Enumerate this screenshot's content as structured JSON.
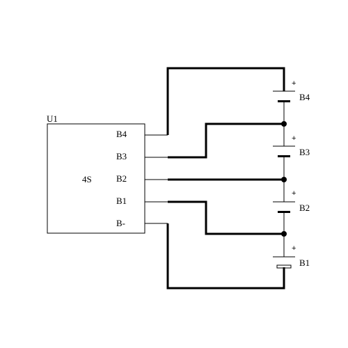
{
  "diagram": {
    "chip": {
      "ref": "U1",
      "name": "4S",
      "pins": [
        "B4",
        "B3",
        "B2",
        "B1",
        "B-"
      ]
    },
    "batteries": [
      {
        "label": "B4",
        "polarity": "+"
      },
      {
        "label": "B3",
        "polarity": "+"
      },
      {
        "label": "B2",
        "polarity": "+"
      },
      {
        "label": "B1",
        "polarity": "+"
      }
    ],
    "colors": {
      "wire": "#000000",
      "background": "#ffffff"
    }
  }
}
